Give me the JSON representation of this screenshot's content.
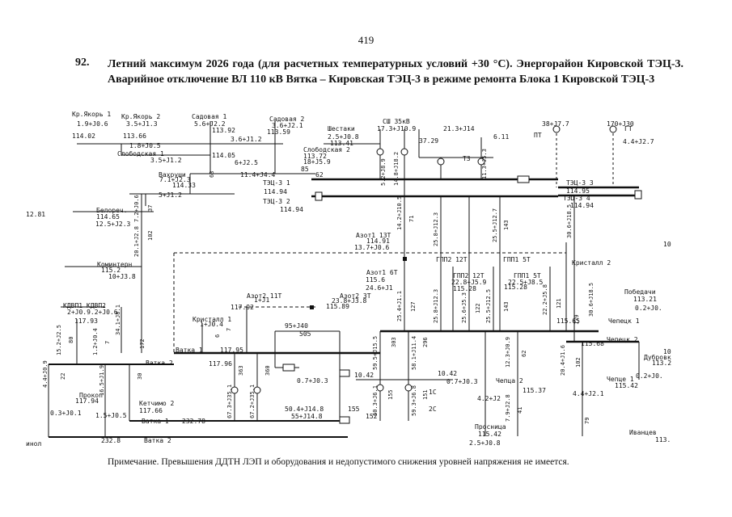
{
  "page_number": "419",
  "title_number": "92.",
  "title": "Летний максимум 2026 года (для расчетных температурных условий +30 °С). Энергорайон Кировской ТЭЦ-3. Аварийное отключение ВЛ 110 кВ Вятка – Кировская ТЭЦ-3 в режиме ремонта Блока 1 Кировской ТЭЦ-3",
  "note": "Примечание. Превышения ДДТН ЛЭП и оборудования и недопустимого снижения уровней напряжения не имеется.",
  "labels": [
    {
      "id": "kryakorya1",
      "text": "Кр.Якорь 1"
    },
    {
      "id": "kryakorya1_p",
      "text": "1.9+J0.6"
    },
    {
      "id": "kryakorya1_u",
      "text": "114.02"
    },
    {
      "id": "kryakorya2",
      "text": "Кр.Якорь 2"
    },
    {
      "id": "kryakorya2_p",
      "text": "3.5+J1.3"
    },
    {
      "id": "kryakorya2_u",
      "text": "113.66"
    },
    {
      "id": "sadovaya1",
      "text": "Садовая 1"
    },
    {
      "id": "sadovaya1_p",
      "text": "5.6+J2.2"
    },
    {
      "id": "sadovaya1_u",
      "text": "113.92"
    },
    {
      "id": "sadovaya2",
      "text": "Садовая 2"
    },
    {
      "id": "sadovaya2_p",
      "text": "3.6+J2.1"
    },
    {
      "id": "sadovaya2_u",
      "text": "113.59"
    },
    {
      "id": "shestaki",
      "text": "Шестаки"
    },
    {
      "id": "shestaki_p",
      "text": "2.5+J0.8"
    },
    {
      "id": "shestaki_u",
      "text": "113.41"
    },
    {
      "id": "ssh35",
      "text": "СШ 35кВ"
    },
    {
      "id": "ssh35_p",
      "text": "17.3+J10.9"
    },
    {
      "id": "ssh35_n",
      "text": "37.29"
    },
    {
      "id": "t3_p",
      "text": "21.3+J14"
    },
    {
      "id": "t3_n",
      "text": "6.11"
    },
    {
      "id": "t3",
      "text": "Т3"
    },
    {
      "id": "pt_p",
      "text": "38+J7.7"
    },
    {
      "id": "pt",
      "text": "ПТ"
    },
    {
      "id": "gt_p",
      "text": "170+J30"
    },
    {
      "id": "gt",
      "text": "ГТ"
    },
    {
      "id": "gt_q",
      "text": "4.4+J2.7"
    },
    {
      "id": "slob1_p",
      "text": "1.8+J0.5"
    },
    {
      "id": "slob1",
      "text": "Слободская 1"
    },
    {
      "id": "slob1_p2",
      "text": "3.5+J1.2"
    },
    {
      "id": "slob1_u",
      "text": "114.05"
    },
    {
      "id": "line_36",
      "text": "3.6+J1.2"
    },
    {
      "id": "slob2",
      "text": "Слободская 2"
    },
    {
      "id": "slob2_u",
      "text": "113.72"
    },
    {
      "id": "line_6",
      "text": "6+J2.5"
    },
    {
      "id": "line_18",
      "text": "18+J5.9"
    },
    {
      "id": "line_85",
      "text": "85"
    },
    {
      "id": "vahrushi",
      "text": "Вахруши"
    },
    {
      "id": "vahrushi_p",
      "text": "7.1+J2.3"
    },
    {
      "id": "vahrushi_u",
      "text": "114.33"
    },
    {
      "id": "line_11",
      "text": "11.4+J4.4"
    },
    {
      "id": "line_62",
      "text": "62"
    },
    {
      "id": "tec3_1",
      "text": "ТЭЦ-3 1"
    },
    {
      "id": "tec3_1_u",
      "text": "114.94"
    },
    {
      "id": "tec3_2",
      "text": "ТЭЦ-3 2"
    },
    {
      "id": "tec3_2_u",
      "text": "114.94"
    },
    {
      "id": "tec3_3",
      "text": "ТЭЦ-3 3"
    },
    {
      "id": "tec3_3_u",
      "text": "114.95"
    },
    {
      "id": "tec3_4",
      "text": "ТЭЦ-3 4"
    },
    {
      "id": "tec3_4_u",
      "text": "114.94"
    },
    {
      "id": "line_5",
      "text": "5+J1.2"
    },
    {
      "id": "belorech",
      "text": "Белореч."
    },
    {
      "id": "belorech_u",
      "text": "114.65"
    },
    {
      "id": "belorech_p",
      "text": "12.5+J2.3"
    },
    {
      "id": "left_u",
      "text": "12.81"
    },
    {
      "id": "azot1_13t",
      "text": "Азот1 13Т"
    },
    {
      "id": "azot1_13t_u",
      "text": "114.91"
    },
    {
      "id": "azot1_13t_p",
      "text": "13.7+J0.6"
    },
    {
      "id": "kominter",
      "text": "Коминтерн"
    },
    {
      "id": "kominter_u",
      "text": "115.2"
    },
    {
      "id": "kominter_p",
      "text": "10+J3.8"
    },
    {
      "id": "azot1_6t",
      "text": "Азот1 6Т"
    },
    {
      "id": "azot1_6t_u",
      "text": "115.6"
    },
    {
      "id": "azot1_6t_p",
      "text": "24.6+J1"
    },
    {
      "id": "gpp2_12t",
      "text": "ГПП2 12Т"
    },
    {
      "id": "gpp1_5t",
      "text": "ГПП1 5Т"
    },
    {
      "id": "kristall2",
      "text": "Кристалл 2"
    },
    {
      "id": "gpp2_12t_b",
      "text": "ГПП2 12Т"
    },
    {
      "id": "gpp2_p",
      "text": "22.8+J5.9"
    },
    {
      "id": "gpp2_u",
      "text": "115.28"
    },
    {
      "id": "gpp1_5t_b",
      "text": "ГПП1 5Т"
    },
    {
      "id": "gpp1_p",
      "text": "22.5+J8.5"
    },
    {
      "id": "gpp1_u",
      "text": "115.28"
    },
    {
      "id": "pobedr",
      "text": "Победачи"
    },
    {
      "id": "pobedr_u",
      "text": "113.21"
    },
    {
      "id": "pobedr_p",
      "text": "0.2+J0."
    },
    {
      "id": "kdvp1",
      "text": "КДВП1 КДВП2"
    },
    {
      "id": "kdvp_p",
      "text": "2+J0.9.2+J0.6"
    },
    {
      "id": "kdvp_u",
      "text": "117.93"
    },
    {
      "id": "azot2_11t",
      "text": "Азот2 11Т"
    },
    {
      "id": "azot2_11t_p",
      "text": "1+J1"
    },
    {
      "id": "azot2_11t_u",
      "text": "117.92"
    },
    {
      "id": "azot2_3t",
      "text": "Азот2 3Т"
    },
    {
      "id": "azot2_3t_p",
      "text": "23.8+J3.8"
    },
    {
      "id": "azot2_3t_u",
      "text": "115.89"
    },
    {
      "id": "kristall1",
      "text": "Кристалл 1"
    },
    {
      "id": "kristall1_p",
      "text": "1+J0.4"
    },
    {
      "id": "line_95",
      "text": "95+J40"
    },
    {
      "id": "line_505",
      "text": "505"
    },
    {
      "id": "vyatka1",
      "text": "Ватка 1"
    },
    {
      "id": "vyatka1_u",
      "text": "117.95"
    },
    {
      "id": "vyatka2",
      "text": "Ватка 2"
    },
    {
      "id": "vyatka2_u",
      "text": "117.96"
    },
    {
      "id": "chepets1_115",
      "text": "115.65"
    },
    {
      "id": "chepets1",
      "text": "Чепецк 1"
    },
    {
      "id": "chepets2",
      "text": "Чепецк 2"
    },
    {
      "id": "chepets_u",
      "text": "115.68"
    },
    {
      "id": "dubrov",
      "text": "Дубровк"
    },
    {
      "id": "dubrov_u",
      "text": "113.2"
    },
    {
      "id": "dubrov_p",
      "text": "0.2+J0."
    },
    {
      "id": "prokop",
      "text": "Прокоп"
    },
    {
      "id": "prokop_u",
      "text": "117.94"
    },
    {
      "id": "prokop_p",
      "text": "0.3+J0.1"
    },
    {
      "id": "prokop_p2",
      "text": "1.5+J0.5"
    },
    {
      "id": "ketchim2",
      "text": "Кетчимо 2"
    },
    {
      "id": "ketchim2_u",
      "text": "117.66"
    },
    {
      "id": "vyatka1_b",
      "text": "Ватка 1"
    },
    {
      "id": "vyatka1_b_u",
      "text": "232.78"
    },
    {
      "id": "vyatka2_b",
      "text": "Ватка 2"
    },
    {
      "id": "vyatka2_b_u",
      "text": "232.8"
    },
    {
      "id": "line_0_7",
      "text": "0.7+J0.3"
    },
    {
      "id": "line_10_42",
      "text": "10.42"
    },
    {
      "id": "line_10_42b",
      "text": "10.42"
    },
    {
      "id": "line_0_7b",
      "text": "0.7+J0.3"
    },
    {
      "id": "chepets2_b",
      "text": "Чепца 2"
    },
    {
      "id": "chepets2_b_u",
      "text": "115.37"
    },
    {
      "id": "chepets2_b_p",
      "text": "4.2+J2"
    },
    {
      "id": "chepets1_b",
      "text": "Чепце 1"
    },
    {
      "id": "chepets1_b_u",
      "text": "115.42"
    },
    {
      "id": "chepets1_b_p",
      "text": "4.4+J2.1"
    },
    {
      "id": "prosn",
      "text": "Просница"
    },
    {
      "id": "prosn_u",
      "text": "115.42"
    },
    {
      "id": "prosn_p",
      "text": "2.5+J0.8"
    },
    {
      "id": "ivants",
      "text": "Иванцев"
    },
    {
      "id": "ivants_u",
      "text": "113."
    },
    {
      "id": "line_50",
      "text": "50.4+J14.8"
    },
    {
      "id": "line_155",
      "text": "155"
    },
    {
      "id": "line_55",
      "text": "55+J14.8"
    },
    {
      "id": "line_152",
      "text": "152"
    },
    {
      "id": "node_2c",
      "text": "2С"
    },
    {
      "id": "node_1c",
      "text": "1С"
    },
    {
      "id": "left_bottom",
      "text": "инол"
    },
    {
      "id": "right_10",
      "text": "10"
    },
    {
      "id": "right_10b",
      "text": "10"
    }
  ],
  "vlabels": [
    {
      "id": "v1",
      "text": "5.2+J8.9"
    },
    {
      "id": "v2",
      "text": "14.8+J18.2"
    },
    {
      "id": "v3",
      "text": "11.3+J5.3"
    },
    {
      "id": "v4",
      "text": "7.2+J0.6"
    },
    {
      "id": "v5",
      "text": "20.1+J2.8"
    },
    {
      "id": "v6",
      "text": "14.2+J10.5"
    },
    {
      "id": "v7",
      "text": "25.8+J12.3"
    },
    {
      "id": "v8",
      "text": "25.5+J12.7"
    },
    {
      "id": "v9",
      "text": "30.6+J18.5"
    },
    {
      "id": "v10",
      "text": "34.1+J8.1"
    },
    {
      "id": "v11",
      "text": "15.2+J2.5"
    },
    {
      "id": "v12",
      "text": "1.2+J0.4"
    },
    {
      "id": "v13",
      "text": "25.4+J1.1"
    },
    {
      "id": "v14",
      "text": "25.8+J12.3"
    },
    {
      "id": "v15",
      "text": "25.6+J5.3"
    },
    {
      "id": "v16",
      "text": "25.5+J12.5"
    },
    {
      "id": "v17",
      "text": "22.2+J5.8"
    },
    {
      "id": "v18",
      "text": "30.6+J18.5"
    },
    {
      "id": "v19",
      "text": "4.4+J0.9"
    },
    {
      "id": "v20",
      "text": "16.5+J1.9"
    },
    {
      "id": "v21",
      "text": "67.3+J35.1"
    },
    {
      "id": "v22",
      "text": "67.2+J35.1"
    },
    {
      "id": "v23",
      "text": "59.5+J15.5"
    },
    {
      "id": "v24",
      "text": "58.1+J11.4"
    },
    {
      "id": "v25",
      "text": "60.3+J6.1"
    },
    {
      "id": "v26",
      "text": "59.3+J6.8"
    },
    {
      "id": "v27",
      "text": "12.3+J0.9"
    },
    {
      "id": "v28",
      "text": "20.4+J1.6"
    },
    {
      "id": "v29",
      "text": "7.9+J2.8"
    }
  ],
  "numbers": [
    {
      "id": "n63",
      "text": "63"
    },
    {
      "id": "n37",
      "text": "37"
    },
    {
      "id": "n102",
      "text": "102"
    },
    {
      "id": "n71",
      "text": "71"
    },
    {
      "id": "n127",
      "text": "127"
    },
    {
      "id": "n122",
      "text": "122"
    },
    {
      "id": "n143a",
      "text": "143"
    },
    {
      "id": "n143b",
      "text": "143"
    },
    {
      "id": "n80",
      "text": "80"
    },
    {
      "id": "n7",
      "text": "7"
    },
    {
      "id": "n172",
      "text": "172"
    },
    {
      "id": "n6",
      "text": "6"
    },
    {
      "id": "n121",
      "text": "121"
    },
    {
      "id": "n179",
      "text": "179"
    },
    {
      "id": "n22",
      "text": "22"
    },
    {
      "id": "n363",
      "text": "363"
    },
    {
      "id": "n360",
      "text": "360"
    },
    {
      "id": "n303",
      "text": "303"
    },
    {
      "id": "n296",
      "text": "296"
    },
    {
      "id": "n155",
      "text": "155"
    },
    {
      "id": "n151",
      "text": "151"
    },
    {
      "id": "n62",
      "text": "62"
    },
    {
      "id": "n102b",
      "text": "102"
    },
    {
      "id": "n41",
      "text": "41"
    },
    {
      "id": "n79",
      "text": "79"
    },
    {
      "id": "n30",
      "text": "30"
    },
    {
      "id": "n7b",
      "text": "7"
    }
  ]
}
